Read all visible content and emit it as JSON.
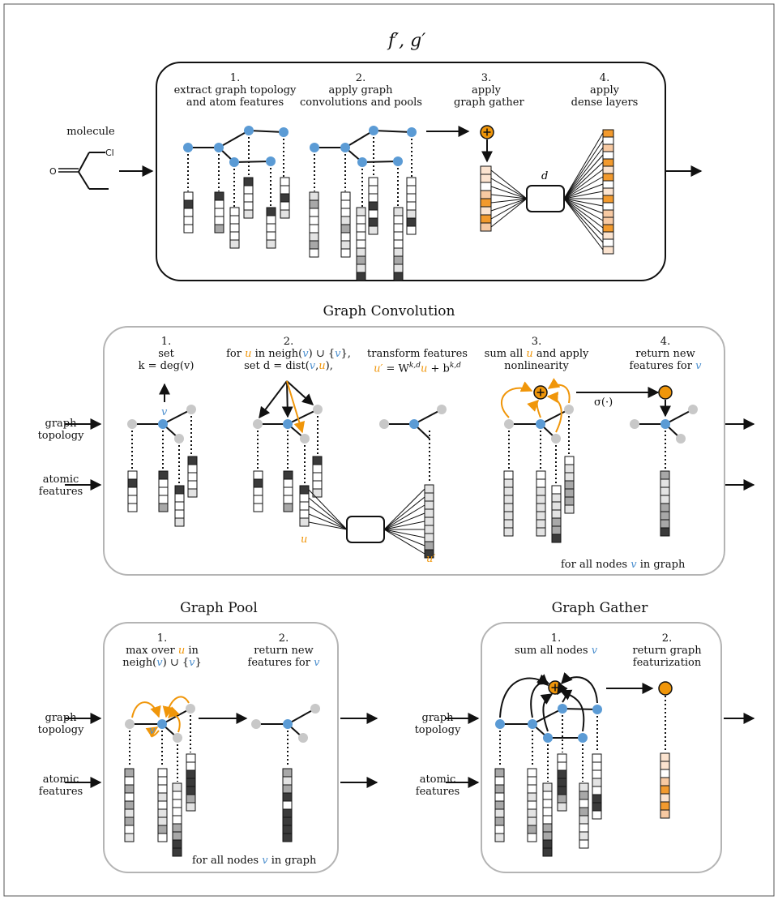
{
  "main_title": "f′, g′",
  "molecule_label": "molecule",
  "molecule_atoms": {
    "cl": "Cl",
    "o": "O"
  },
  "pipeline": {
    "step1_num": "1.",
    "step1_line1": "extract graph topology",
    "step1_line2": "and atom features",
    "step2_num": "2.",
    "step2_line1": "apply graph",
    "step2_line2": "convolutions and pools",
    "step3_num": "3.",
    "step3_line1": "apply",
    "step3_line2": "graph gather",
    "step4_num": "4.",
    "step4_line1": "apply",
    "step4_line2": "dense layers",
    "d_label": "d"
  },
  "graph_convolution": {
    "title": "Graph Convolution",
    "s1_num": "1.",
    "s1_line1": "set",
    "s1_line2": "k = deg(v)",
    "s2_num": "2.",
    "s2_line1_a": "for ",
    "s2_line1_u": "u",
    "s2_line1_b": " in neigh(",
    "s2_line1_v": "v",
    "s2_line1_c": ") ∪ {",
    "s2_line1_v2": "v",
    "s2_line1_d": "},",
    "s2_line2_a": "set d = dist(",
    "s2_line2_v": "v",
    "s2_line2_b": ",",
    "s2_line2_u": "u",
    "s2_line2_c": "),",
    "s2b_line1": "transform features",
    "s2b_line2_u1": "u′",
    "s2b_line2_mid": " = W",
    "s2b_sup1": "k,d",
    "s2b_line2_u2": "u",
    "s2b_line2_plus": " + b",
    "s2b_sup2": "k,d",
    "s3_num": "3.",
    "s3_line1_a": "sum all ",
    "s3_line1_u": "u",
    "s3_line1_b": " and apply",
    "s3_line2": "nonlinearity",
    "s4_num": "4.",
    "s4_line1": "return new",
    "s4_line2_a": "features for ",
    "s4_line2_v": "v",
    "sigma": "σ(·)",
    "v_label": "v",
    "u_label": "u",
    "uprime_label": "u′",
    "footer_a": "for all nodes ",
    "footer_v": "v",
    "footer_b": " in graph"
  },
  "graph_pool": {
    "title": "Graph Pool",
    "s1_num": "1.",
    "s1_line1_a": "max over ",
    "s1_line1_u": "u",
    "s1_line1_b": " in",
    "s1_line2_a": "neigh(",
    "s1_line2_v": "v",
    "s1_line2_b": ") ∪ {",
    "s1_line2_v2": "v",
    "s1_line2_c": "}",
    "s2_num": "2.",
    "s2_line1": "return new",
    "s2_line2_a": "features for ",
    "s2_line2_v": "v",
    "v_label": "v",
    "footer_a": "for all nodes ",
    "footer_v": "v",
    "footer_b": " in graph"
  },
  "graph_gather": {
    "title": "Graph Gather",
    "s1_num": "1.",
    "s1_line1_a": "sum all nodes ",
    "s1_line1_v": "v",
    "s2_num": "2.",
    "s2_line1": "return graph",
    "s2_line2": "featurization"
  },
  "side_labels": {
    "graph_topology_1": "graph",
    "graph_topology_2": "topology",
    "atomic_features_1": "atomic",
    "atomic_features_2": "features"
  },
  "colors": {
    "node_blue": "#5b9bd5",
    "node_gray": "#c8c8c8",
    "accent_orange": "#f0960a",
    "panel_border": "#b4b4b4"
  }
}
